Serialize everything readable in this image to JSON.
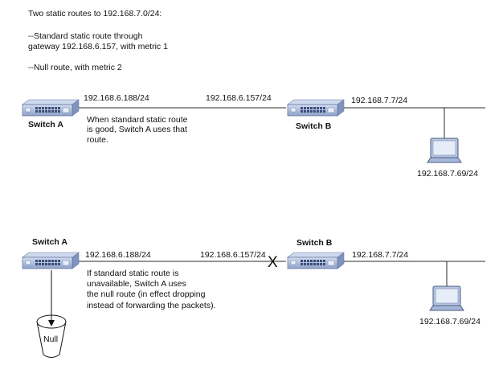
{
  "intro": {
    "line1": "Two static routes to 192.168.7.0/24:",
    "line2": "--Standard static route through",
    "line3": "gateway 192.168.6.157, with metric 1",
    "line4": "--Null route, with metric 2"
  },
  "top": {
    "switch_a_label": "Switch A",
    "switch_b_label": "Switch B",
    "addr_a": "192.168.6.188/24",
    "addr_b": "192.168.6.157/24",
    "addr_lan": "192.168.7.7/24",
    "laptop_addr": "192.168.7.69/24",
    "note1": "When standard static route",
    "note2": "is good, Switch A uses that",
    "note3": "route."
  },
  "bottom": {
    "switch_a_label": "Switch A",
    "switch_b_label": "Switch B",
    "addr_a": "192.168.6.188/24",
    "addr_b": "192.168.6.157/24",
    "break_mark": "X",
    "addr_lan": "192.168.7.7/24",
    "laptop_addr": "192.168.7.69/24",
    "note1": "If standard static route is",
    "note2": "unavailable, Switch A uses",
    "note3": "the null route (in effect dropping",
    "note4": "instead of forwarding the packets).",
    "null_label": "Null"
  },
  "colors": {
    "switch_body": "#a9b9d8",
    "switch_top": "#c9d6ee",
    "switch_edge": "#5b6f99",
    "port": "#3d4f7a",
    "laptop_body": "#b8c6e2",
    "laptop_screen": "#dfe7f6"
  }
}
